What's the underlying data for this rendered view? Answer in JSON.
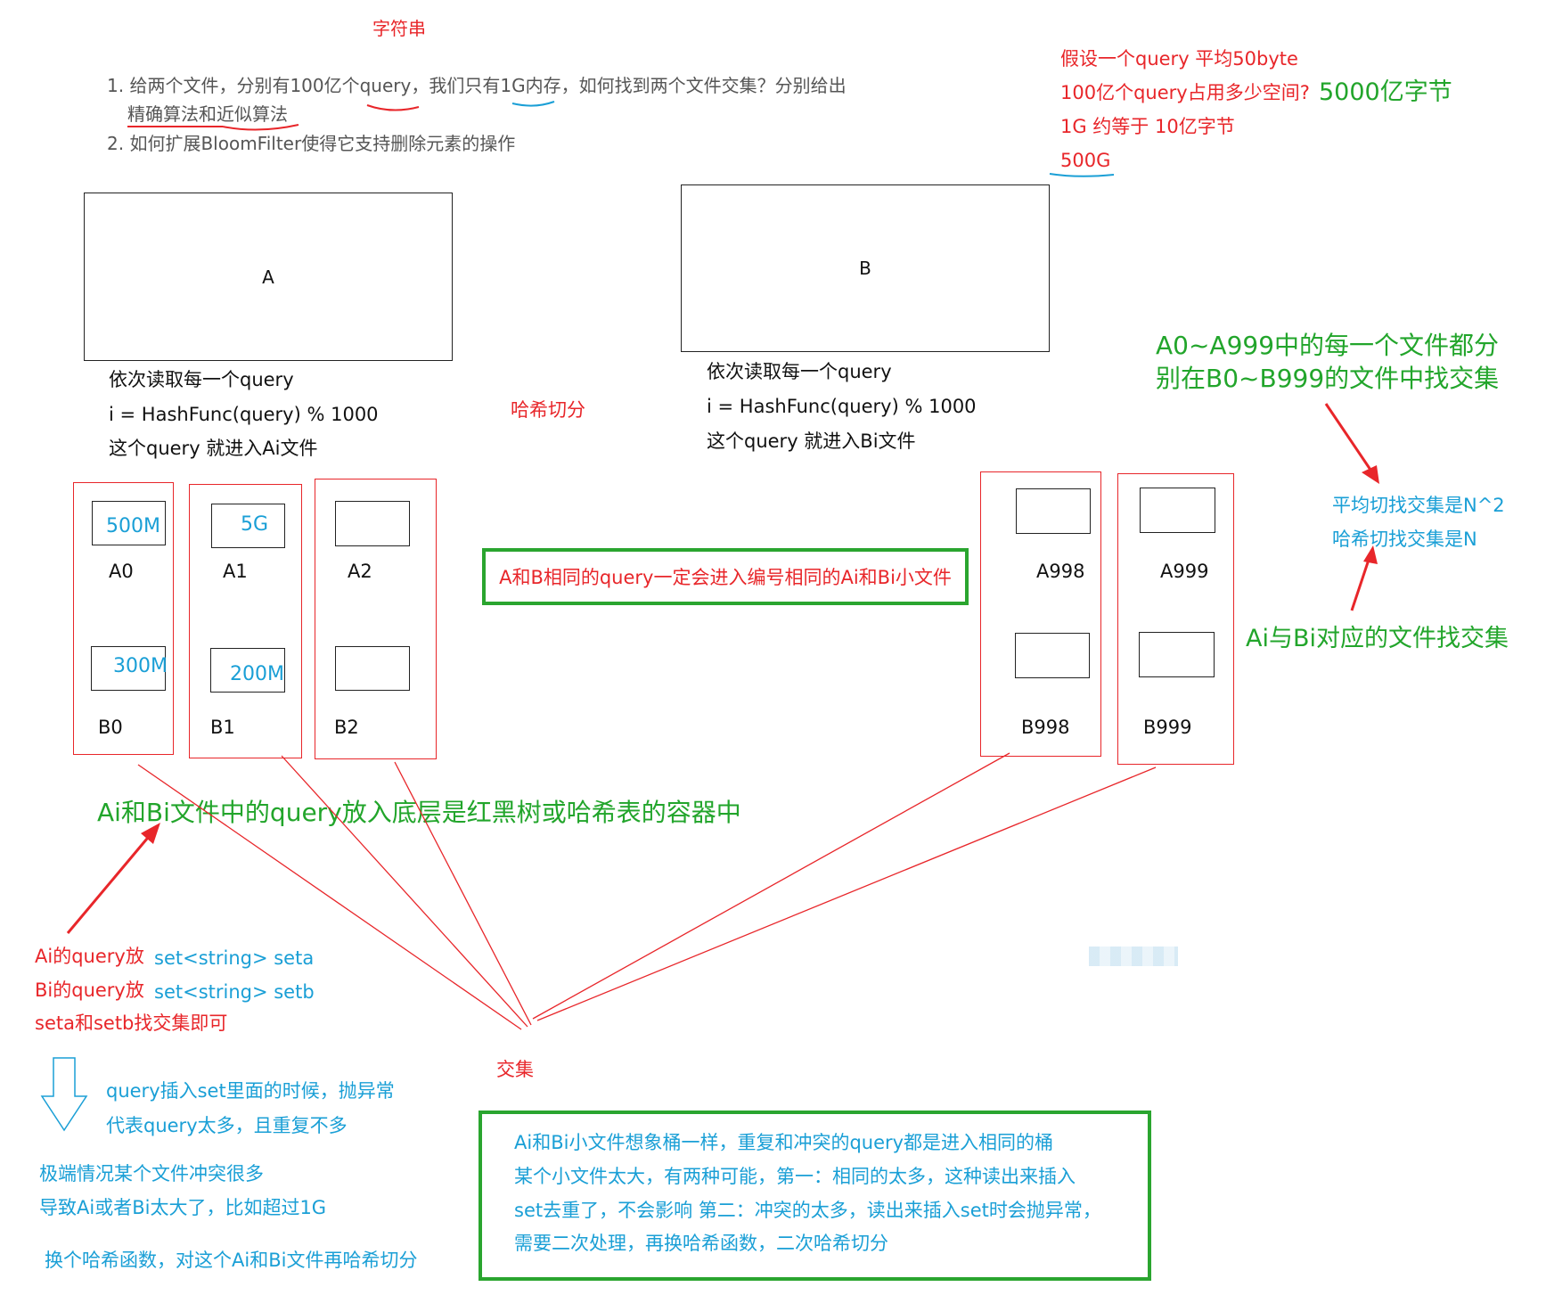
{
  "title": "字符串",
  "questions": [
    "1. 给两个文件，分别有100亿个query，我们只有1G内存，如何找到两个文件交集？分别给出",
    "精确算法和近似算法",
    "2. 如何扩展BloomFilter使得它支持删除元素的操作"
  ],
  "assumptions": {
    "line1": "假设一个query 平均50byte",
    "line2": "100亿个query占用多少空间?",
    "line2_answer": "5000亿字节",
    "line3": "1G 约等于 10亿字节",
    "line4": "500G"
  },
  "file_a": {
    "label": "A",
    "steps": [
      "依次读取每一个query",
      "i = HashFunc(query) % 1000",
      "这个query 就进入Ai文件"
    ]
  },
  "file_b": {
    "label": "B",
    "steps": [
      "依次读取每一个query",
      "i = HashFunc(query) % 1000",
      "这个query 就进入Bi文件"
    ]
  },
  "hash_split": "哈希切分",
  "note_top_right": [
    "A0~A999中的每一个文件都分",
    "别在B0~B999的文件中找交集"
  ],
  "complexity": [
    "平均切找交集是N^2",
    "哈希切找交集是N"
  ],
  "pairing_note": "Ai与Bi对应的文件找交集",
  "same_query_note": "A和B相同的query一定会进入编号相同的Ai和Bi小文件",
  "buckets": [
    {
      "a_label": "A0",
      "a_size": "500M",
      "b_label": "B0",
      "b_size": "300M"
    },
    {
      "a_label": "A1",
      "a_size": "5G",
      "b_label": "B1",
      "b_size": "200M"
    },
    {
      "a_label": "A2",
      "a_size": "",
      "b_label": "B2",
      "b_size": ""
    },
    {
      "a_label": "A998",
      "a_size": "",
      "b_label": "B998",
      "b_size": ""
    },
    {
      "a_label": "A999",
      "a_size": "",
      "b_label": "B999",
      "b_size": ""
    }
  ],
  "container_note": "Ai和Bi文件中的query放入底层是红黑树或哈希表的容器中",
  "set_code": {
    "ai_label": "Ai的query放",
    "ai_code": "set<string> seta",
    "bi_label": "Bi的query放",
    "bi_code": "set<string> setb",
    "intersect": "seta和setb找交集即可"
  },
  "intersection_label": "交集",
  "exception_note": [
    "query插入set里面的时候，抛异常",
    "代表query太多，且重复不多"
  ],
  "extreme_note": [
    "极端情况某个文件冲突很多",
    "导致Ai或者Bi太大了，比如超过1G"
  ],
  "rehash_note": "换个哈希函数，对这个Ai和Bi文件再哈希切分",
  "bucket_note": [
    "Ai和Bi小文件想象桶一样，重复和冲突的query都是进入相同的桶",
    "某个小文件太大，有两种可能，第一：相同的太多，这种读出来插入",
    "set去重了，不会影响  第二：冲突的太多，读出来插入set时会抛异常，",
    "需要二次处理，再换哈希函数，二次哈希切分"
  ],
  "colors": {
    "red": "#e8262a",
    "green": "#22a52b",
    "blue": "#1a9fd6"
  }
}
